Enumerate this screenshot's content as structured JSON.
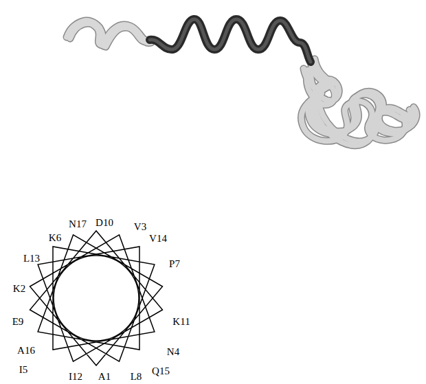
{
  "diagram": {
    "labels": [
      "N17",
      "D10",
      "V3",
      "K6",
      "V14",
      "L13",
      "P7",
      "K2",
      "K11",
      "E9",
      "N4",
      "A16",
      "Q15",
      "I5",
      "I12",
      "A1",
      "L8"
    ]
  }
}
